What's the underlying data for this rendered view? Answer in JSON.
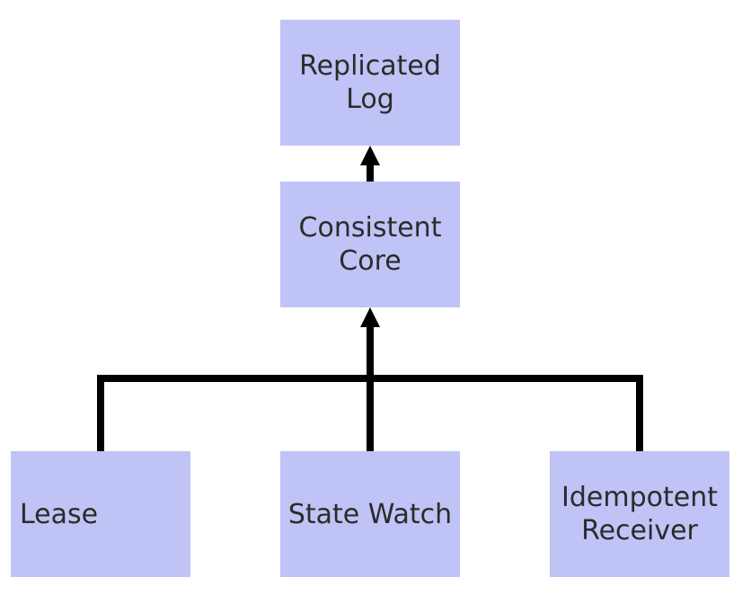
{
  "colors": {
    "node_fill": "#c0c3f5",
    "connector": "#000000",
    "text": "#2b2b2b",
    "background": "#ffffff"
  },
  "nodes": {
    "replicated_log": {
      "label": "Replicated\nLog"
    },
    "consistent_core": {
      "label": "Consistent\nCore"
    },
    "lease": {
      "label": "Lease"
    },
    "state_watch": {
      "label": "State Watch"
    },
    "idempotent_receiver": {
      "label": "Idempotent\nReceiver"
    }
  },
  "edges": [
    {
      "from": "consistent_core",
      "to": "replicated_log"
    },
    {
      "from": "lease",
      "to": "consistent_core"
    },
    {
      "from": "state_watch",
      "to": "consistent_core"
    },
    {
      "from": "idempotent_receiver",
      "to": "consistent_core"
    }
  ]
}
